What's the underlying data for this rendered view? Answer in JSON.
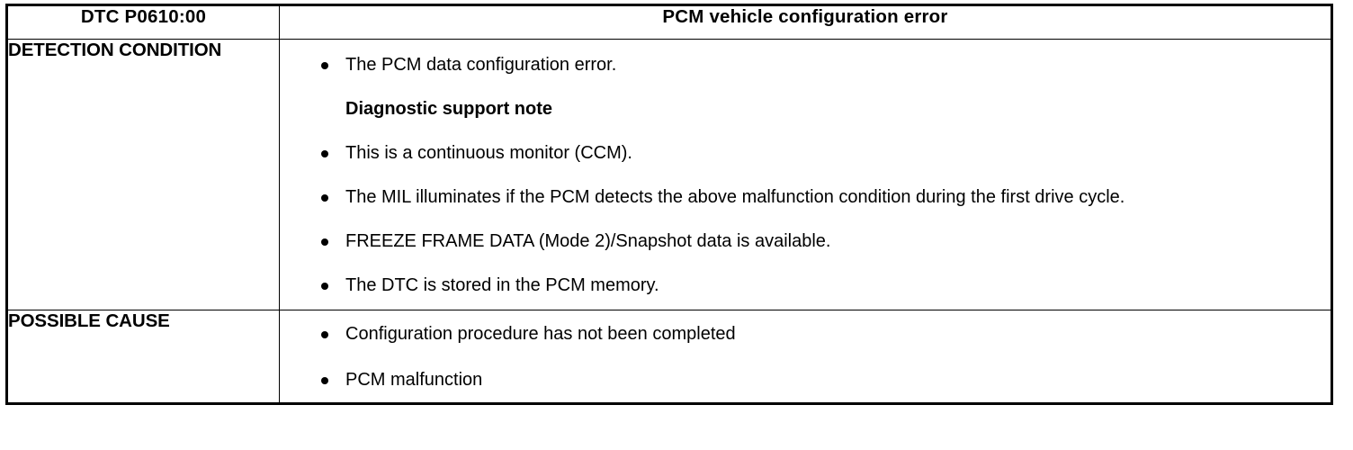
{
  "table": {
    "header": {
      "dtc_code": "DTC P0610:00",
      "title": "PCM vehicle configuration error"
    },
    "rows": [
      {
        "label": "DETECTION CONDITION",
        "items": [
          {
            "type": "bullet",
            "text": "The PCM data configuration error."
          },
          {
            "type": "note",
            "text": "Diagnostic support note"
          },
          {
            "type": "bullet",
            "text": "This is a continuous monitor (CCM)."
          },
          {
            "type": "bullet",
            "text": "The MIL illuminates if the PCM detects the above malfunction condition during the first drive cycle."
          },
          {
            "type": "bullet",
            "text": "FREEZE FRAME DATA (Mode 2)/Snapshot data is available."
          },
          {
            "type": "bullet",
            "text": "The DTC is stored in the PCM memory."
          }
        ]
      },
      {
        "label": "POSSIBLE CAUSE",
        "items": [
          {
            "type": "bullet",
            "text": "Configuration procedure has not been completed"
          },
          {
            "type": "bullet",
            "text": "PCM malfunction"
          }
        ]
      }
    ]
  },
  "colors": {
    "border": "#000000",
    "text": "#000000",
    "background": "#ffffff"
  }
}
